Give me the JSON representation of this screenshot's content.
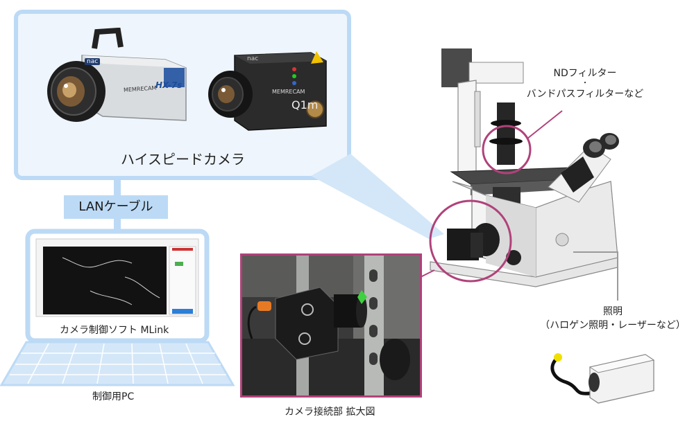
{
  "camera_group_label": "ハイスピードカメラ",
  "camera1": {
    "logo": "nac",
    "brand": "MEMRECAM",
    "model": "HX-7s"
  },
  "camera2": {
    "logo": "nac",
    "brand": "MEMRECAM",
    "model": "Q1m"
  },
  "cable_label": "LANケーブル",
  "software_label": "カメラ制御ソフト MLink",
  "pc_label": "制御用PC",
  "connection_label": "カメラ接続部 拡大図",
  "filter_label": {
    "line1": "NDフィルター",
    "line2": "・",
    "line3": "バンドパスフィルターなど"
  },
  "illumination_label": {
    "line1": "照明",
    "line2": "（ハロゲン照明・レーザーなど）"
  },
  "colors": {
    "frame_blue": "#bcdaf5",
    "panel_fill": "#eef5fc",
    "accent_magenta": "#b0427a",
    "grey_line": "#9a9a9a"
  }
}
